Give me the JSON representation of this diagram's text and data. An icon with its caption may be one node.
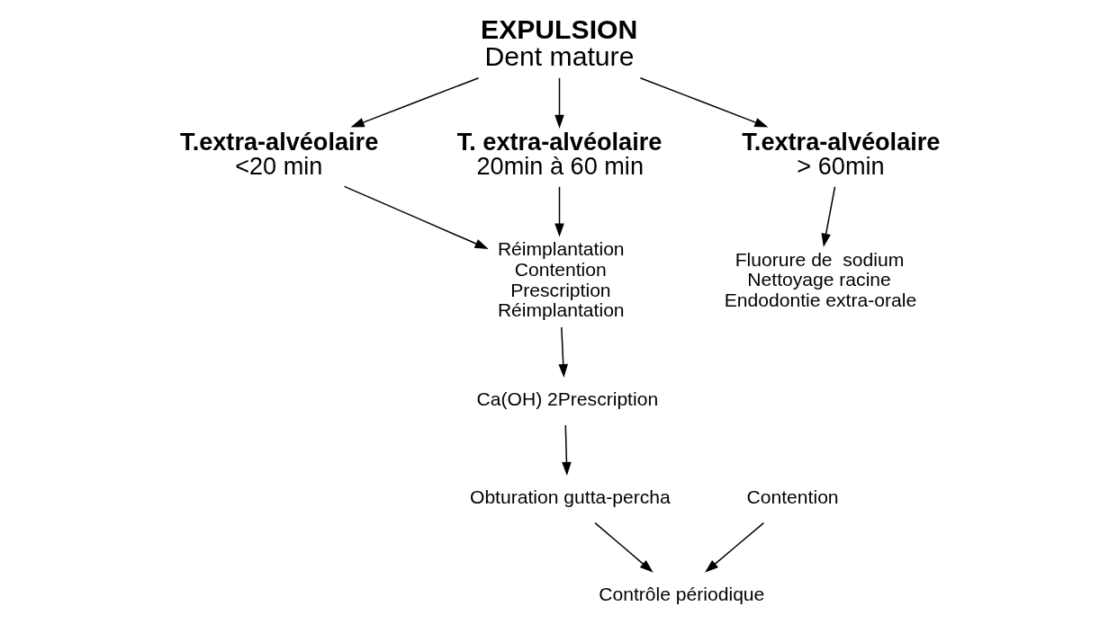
{
  "diagram": {
    "nodes": [
      {
        "text": [
          "EXPULSION",
          "Dent mature"
        ]
      },
      {
        "text": [
          "T.extra-alvéolaire",
          "<20 min"
        ]
      },
      {
        "text": [
          "T. extra-alvéolaire",
          "20min à 60 min"
        ]
      },
      {
        "text": [
          "T.extra-alvéolaire",
          "> 60min"
        ]
      },
      {
        "text": [
          "Réimplantation",
          "Contention",
          "Prescription",
          "Réimplantation"
        ]
      },
      {
        "text": [
          "Ca(OH) 2Prescription"
        ]
      },
      {
        "text": [
          "Obturation gutta-percha"
        ]
      },
      {
        "text": [
          "Fluorure de  sodium",
          "Nettoyage racine",
          "Endodontie extra-orale"
        ]
      },
      {
        "text": [
          "Contention"
        ]
      },
      {
        "text": [
          "Contrôle périodique"
        ]
      }
    ],
    "edges": [
      {
        "from": 0,
        "to": 1,
        "arrow": "to"
      },
      {
        "from": 0,
        "to": 2,
        "arrow": "to"
      },
      {
        "from": 0,
        "to": 3,
        "arrow": "to"
      },
      {
        "from": 1,
        "to": 4,
        "arrow": "to"
      },
      {
        "from": 2,
        "to": 4,
        "arrow": "to"
      },
      {
        "from": 4,
        "to": 5,
        "arrow": "to"
      },
      {
        "from": 5,
        "to": 6,
        "arrow": "to"
      },
      {
        "from": 3,
        "to": 7,
        "arrow": "to"
      },
      {
        "from": 6,
        "to": 9,
        "arrow": "to"
      },
      {
        "from": 8,
        "to": 9,
        "arrow": "to"
      }
    ]
  }
}
